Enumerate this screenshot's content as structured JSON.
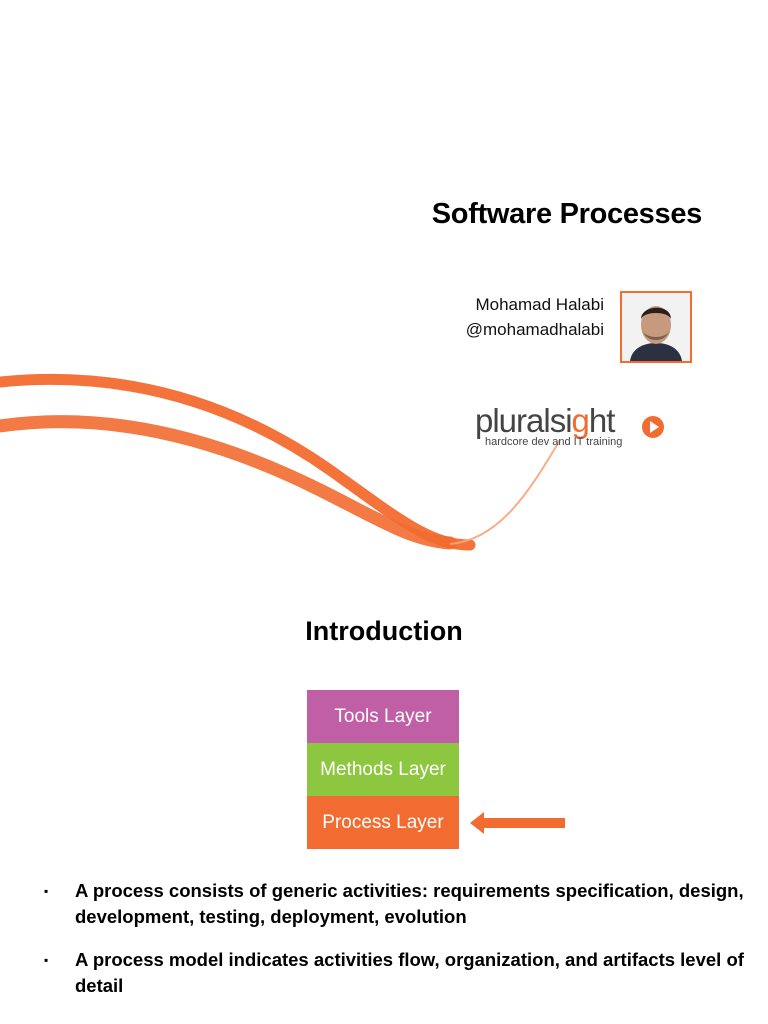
{
  "slide1": {
    "title": "Software Processes",
    "author": {
      "name": "Mohamad Halabi",
      "handle": "@mohamadhalabi"
    },
    "brand": {
      "name_prefix": "pluralsi",
      "name_dot": "g",
      "name_suffix": "ht",
      "tagline": "hardcore dev and IT training",
      "accent": "#f26b30"
    }
  },
  "slide2": {
    "heading": "Introduction",
    "layers": [
      {
        "label": "Tools Layer",
        "color": "#c15fa6"
      },
      {
        "label": "Methods Layer",
        "color": "#8dc63f"
      },
      {
        "label": "Process Layer",
        "color": "#f26b30"
      }
    ],
    "bullet_marker": "▪",
    "bullets": [
      "A process consists of generic activities: requirements specification, design, development, testing, deployment, evolution",
      "A process model indicates activities flow, organization, and artifacts level of detail"
    ]
  }
}
